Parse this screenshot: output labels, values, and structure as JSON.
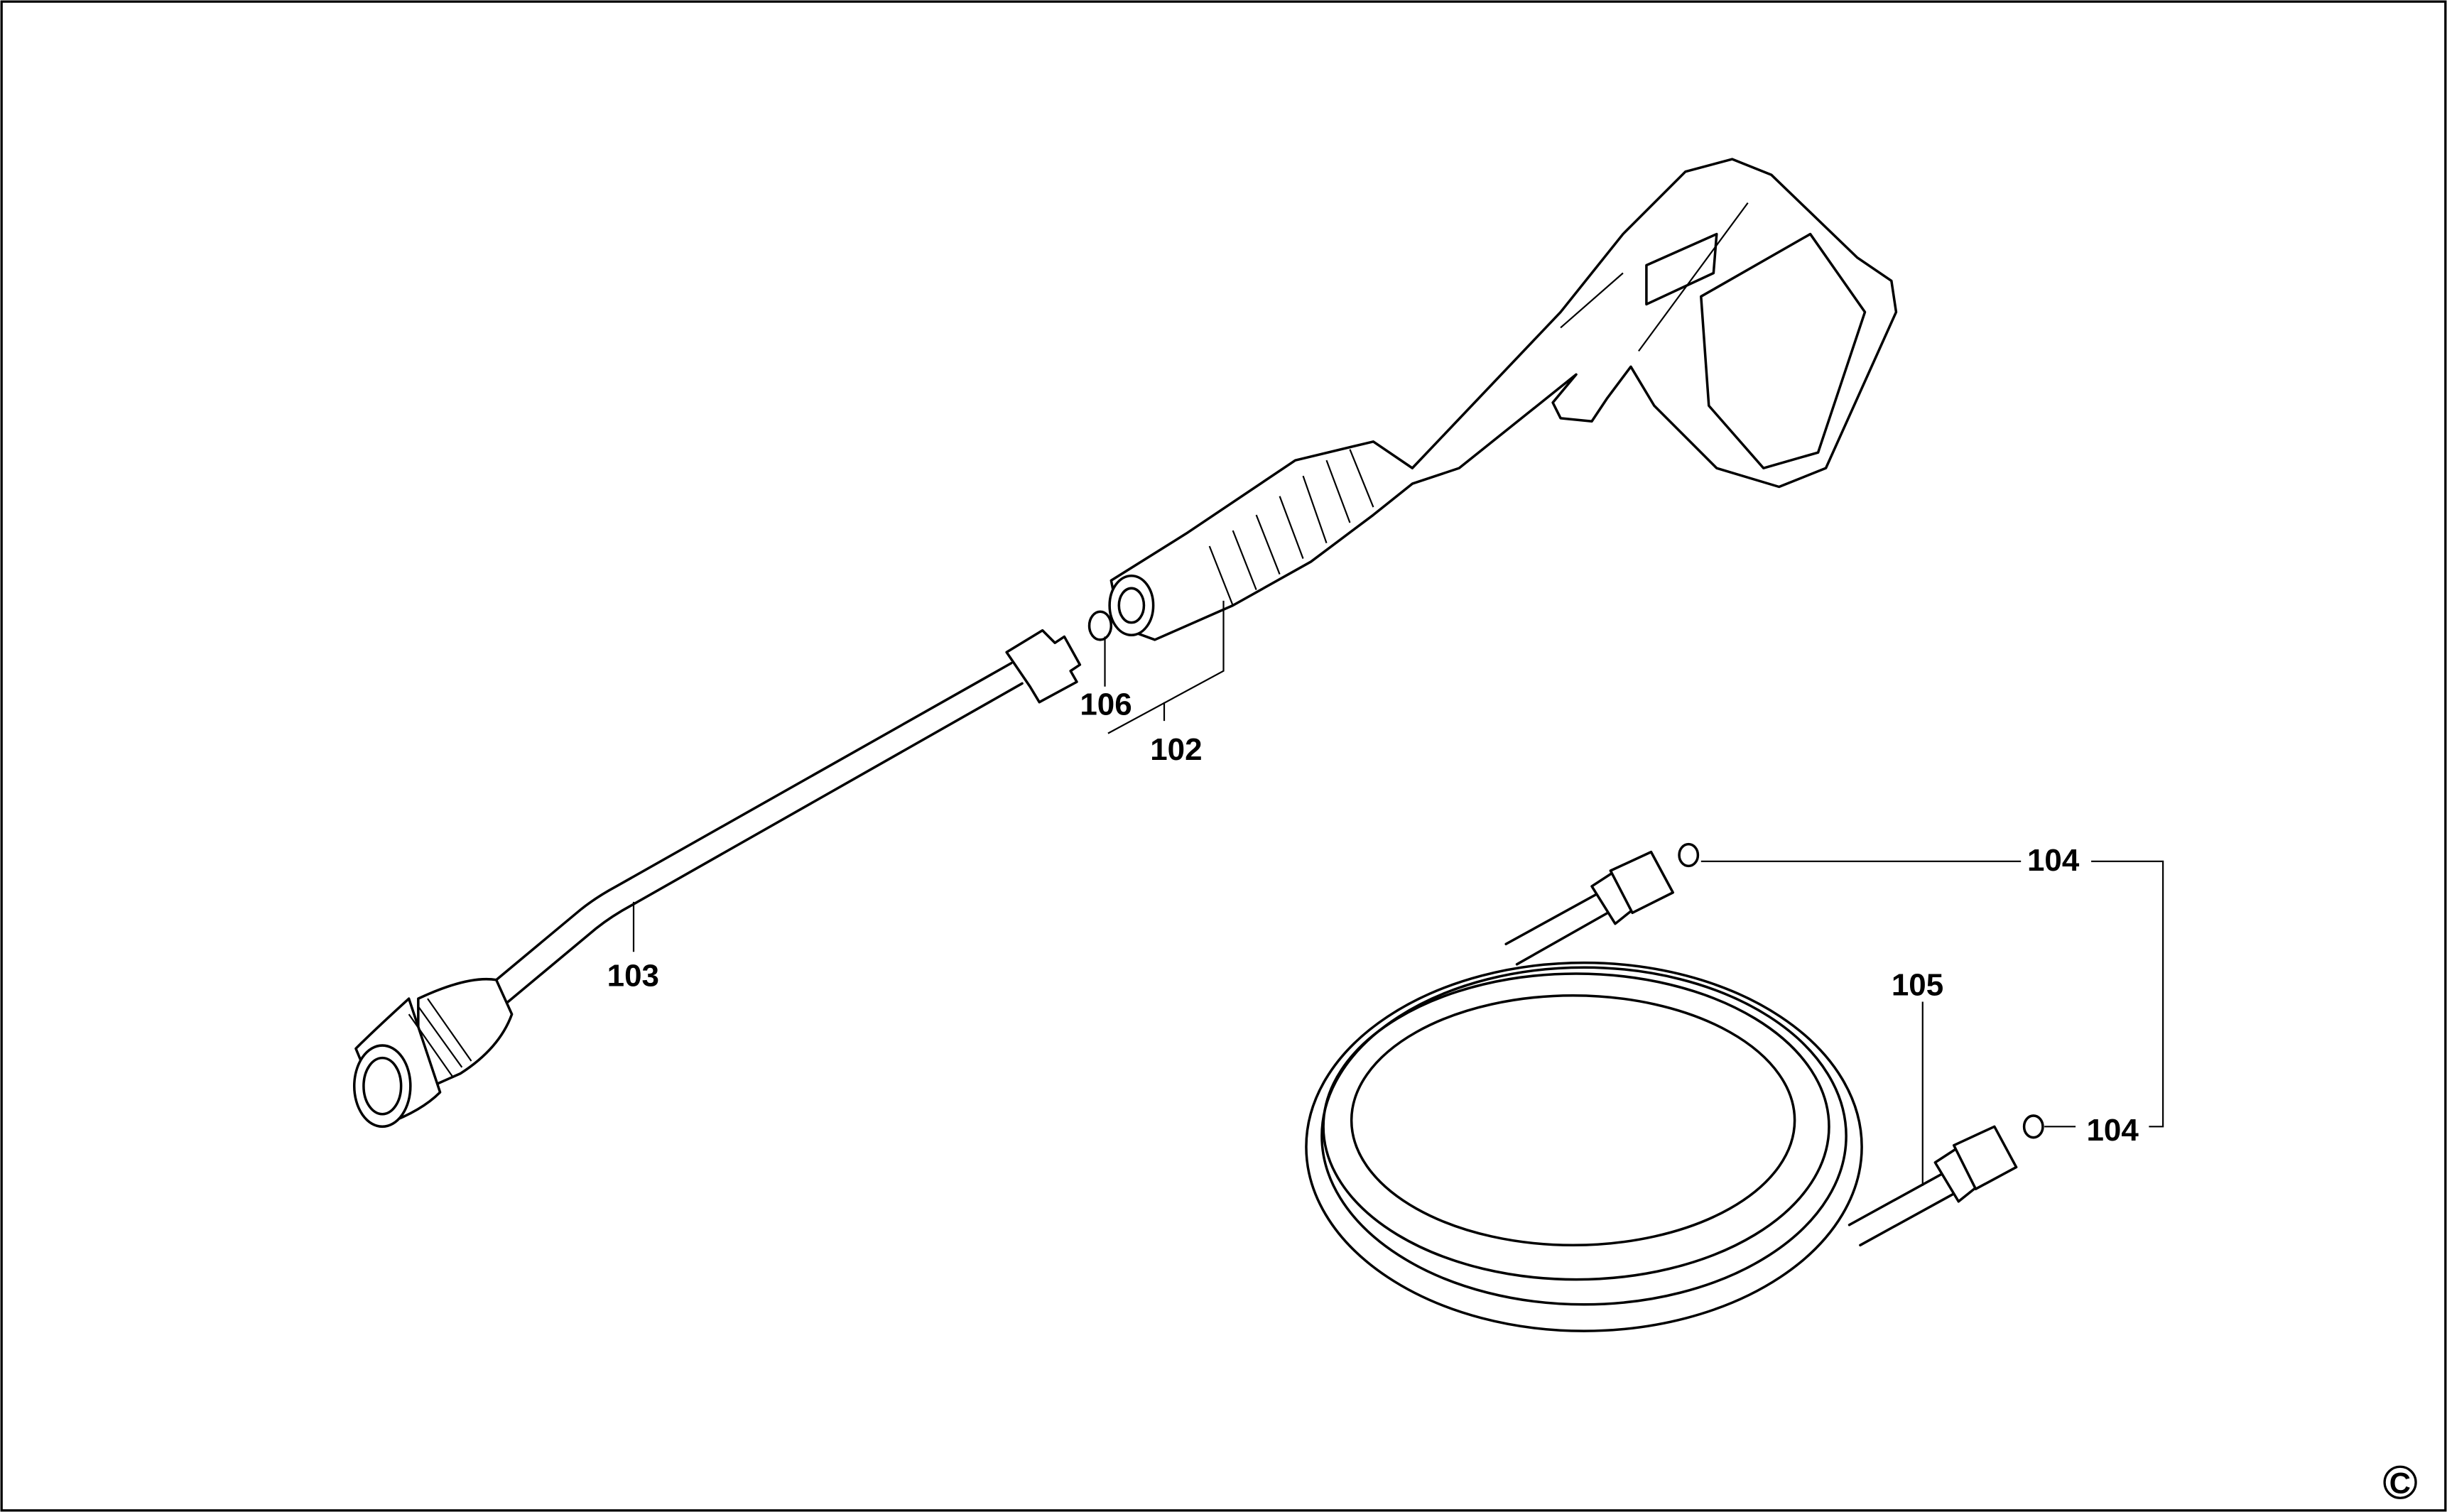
{
  "diagram": {
    "labels": {
      "part_102": "102",
      "part_103": "103",
      "part_104_top": "104",
      "part_104_bottom": "104",
      "part_105": "105",
      "part_106": "106"
    },
    "copyright_symbol": "C"
  }
}
